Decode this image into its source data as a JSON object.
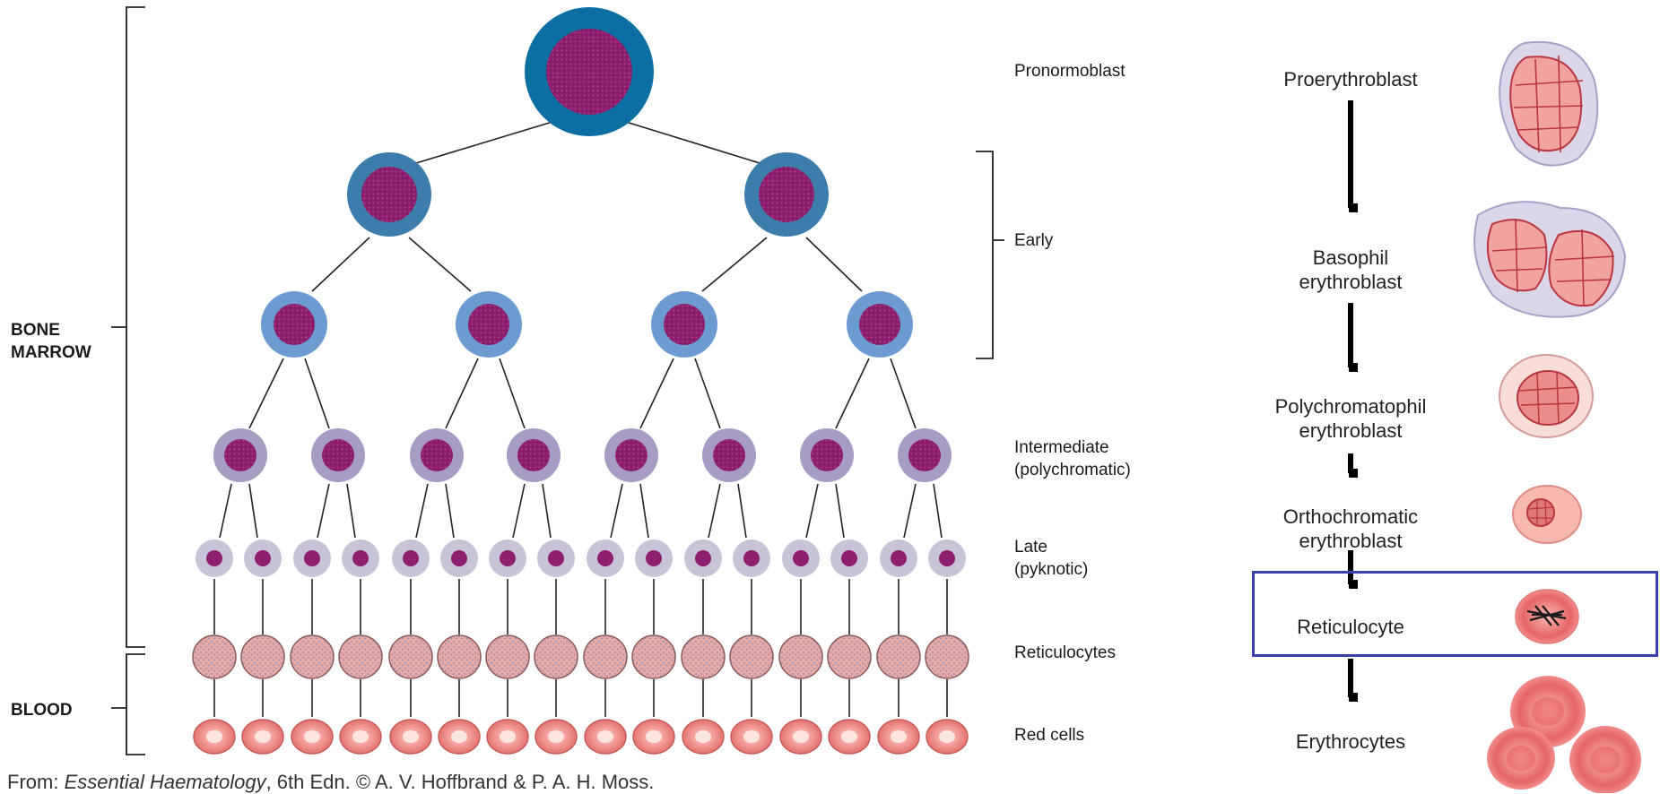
{
  "left_tree": {
    "side_labels": {
      "bone_marrow": [
        "BONE",
        "MARROW"
      ],
      "blood": "BLOOD"
    },
    "stages": {
      "pronormoblast": "Pronormoblast",
      "early": "Early",
      "intermediate": [
        "Intermediate",
        "(polychromatic)"
      ],
      "late": [
        "Late",
        "(pyknotic)"
      ],
      "reticulocytes": "Reticulocytes",
      "red_cells": "Red cells"
    }
  },
  "right_sequence": {
    "proerythroblast": "Proerythroblast",
    "basophil": [
      "Basophil",
      "erythroblast"
    ],
    "polychromatophil": [
      "Polychromatophil",
      "erythroblast"
    ],
    "orthochromatic": [
      "Orthochromatic",
      "erythroblast"
    ],
    "reticulocyte": "Reticulocyte",
    "erythrocytes": "Erythrocytes"
  },
  "citation": {
    "prefix": "From: ",
    "book": "Essential Haematology",
    "suffix": ", 6th Edn. © A. V. Hoffbrand & P. A. H. Moss."
  },
  "colors": {
    "pronormoblast_cytoplasm": "#0b6fa3",
    "early_cytoplasm": "#3d7dac",
    "early2_cytoplasm": "#6c9bd2",
    "intermediate_cytoplasm": "#a79cc4",
    "late_cytoplasm": "#c8c3d6",
    "nucleus": "#8e1e6e",
    "reticulocyte_fill": "#e8a9a4",
    "red_cell_fill": "#f08c8e",
    "highlight_box": "#3a3fae"
  }
}
